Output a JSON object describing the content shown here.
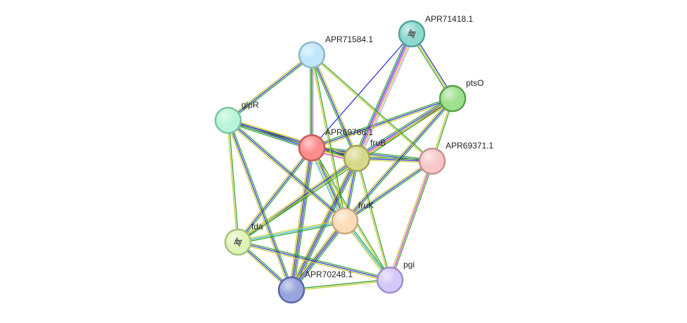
{
  "network": {
    "nodes": [
      {
        "id": "APR71584.1",
        "label": "APR71584.1",
        "color": "#bfe6fb",
        "stroke": "#8fb8cc"
      },
      {
        "id": "APR71418.1",
        "label": "APR71418.1",
        "color": "#8fd8cf",
        "stroke": "#4fa49b",
        "structure": true
      },
      {
        "id": "ptsO",
        "label": "ptsO",
        "color": "#9ee08e",
        "stroke": "#5aa04c"
      },
      {
        "id": "glpR",
        "label": "glpR",
        "color": "#b6f5d6",
        "stroke": "#7fc4a2"
      },
      {
        "id": "APR69766.1",
        "label": "APR69766.1",
        "color": "#fc8d8d",
        "stroke": "#c85a5a"
      },
      {
        "id": "fruB",
        "label": "fruB",
        "color": "#d8d88a",
        "stroke": "#a3a356"
      },
      {
        "id": "APR69371.1",
        "label": "APR69371.1",
        "color": "#f8c8c8",
        "stroke": "#c98f8f"
      },
      {
        "id": "fruK",
        "label": "fruK",
        "color": "#fcdcb8",
        "stroke": "#caa882"
      },
      {
        "id": "fda",
        "label": "fda",
        "color": "#e0f4b8",
        "stroke": "#a6c07c",
        "structure": true
      },
      {
        "id": "pgi",
        "label": "pgi",
        "color": "#d4c8f8",
        "stroke": "#9d8fcc"
      },
      {
        "id": "APR70248.1",
        "label": "APR70248.1",
        "color": "#98a4dc",
        "stroke": "#5a67a8"
      }
    ],
    "edge_colors": {
      "green": "#2aa02a",
      "blue": "#2828d8",
      "yellow": "#c8c828",
      "magenta": "#d828d8",
      "cyan": "#28b8d8",
      "dark": "#404040",
      "lavender": "#a8a8e8"
    },
    "edges": [
      {
        "s": "APR69766.1",
        "t": "fruB",
        "c": [
          "green",
          "blue",
          "dark",
          "yellow",
          "magenta"
        ]
      },
      {
        "s": "APR69766.1",
        "t": "glpR",
        "c": [
          "green",
          "blue",
          "dark",
          "yellow"
        ]
      },
      {
        "s": "APR69766.1",
        "t": "APR71584.1",
        "c": [
          "green",
          "blue",
          "yellow"
        ]
      },
      {
        "s": "APR69766.1",
        "t": "APR71418.1",
        "c": [
          "blue"
        ]
      },
      {
        "s": "APR69766.1",
        "t": "ptsO",
        "c": [
          "green",
          "blue",
          "yellow"
        ]
      },
      {
        "s": "APR69766.1",
        "t": "APR69371.1",
        "c": [
          "green",
          "blue",
          "yellow"
        ]
      },
      {
        "s": "APR69766.1",
        "t": "fruK",
        "c": [
          "green",
          "blue",
          "yellow",
          "cyan"
        ]
      },
      {
        "s": "APR69766.1",
        "t": "fda",
        "c": [
          "green",
          "blue",
          "yellow"
        ]
      },
      {
        "s": "APR69766.1",
        "t": "APR70248.1",
        "c": [
          "green",
          "blue",
          "dark",
          "yellow"
        ]
      },
      {
        "s": "APR69766.1",
        "t": "pgi",
        "c": [
          "green",
          "yellow"
        ]
      },
      {
        "s": "fruB",
        "t": "glpR",
        "c": [
          "green",
          "blue",
          "yellow"
        ]
      },
      {
        "s": "fruB",
        "t": "APR71584.1",
        "c": [
          "green",
          "blue",
          "yellow"
        ]
      },
      {
        "s": "fruB",
        "t": "APR71418.1",
        "c": [
          "green",
          "blue",
          "magenta",
          "yellow",
          "lavender"
        ]
      },
      {
        "s": "fruB",
        "t": "ptsO",
        "c": [
          "green",
          "blue",
          "magenta",
          "yellow"
        ]
      },
      {
        "s": "fruB",
        "t": "APR69371.1",
        "c": [
          "green",
          "blue",
          "yellow"
        ]
      },
      {
        "s": "fruB",
        "t": "fruK",
        "c": [
          "green",
          "blue",
          "yellow"
        ]
      },
      {
        "s": "fruB",
        "t": "fda",
        "c": [
          "green",
          "blue",
          "yellow"
        ]
      },
      {
        "s": "fruB",
        "t": "APR70248.1",
        "c": [
          "green",
          "blue",
          "dark",
          "yellow"
        ]
      },
      {
        "s": "fruB",
        "t": "pgi",
        "c": [
          "green",
          "yellow"
        ]
      },
      {
        "s": "APR71418.1",
        "t": "ptsO",
        "c": [
          "blue",
          "yellow",
          "green"
        ]
      },
      {
        "s": "ptsO",
        "t": "APR69371.1",
        "c": [
          "green",
          "yellow"
        ]
      },
      {
        "s": "ptsO",
        "t": "fruK",
        "c": [
          "green",
          "blue",
          "yellow"
        ]
      },
      {
        "s": "ptsO",
        "t": "fda",
        "c": [
          "green",
          "yellow"
        ]
      },
      {
        "s": "APR71584.1",
        "t": "glpR",
        "c": [
          "green",
          "blue",
          "yellow"
        ]
      },
      {
        "s": "APR71584.1",
        "t": "fruK",
        "c": [
          "green",
          "yellow"
        ]
      },
      {
        "s": "APR71584.1",
        "t": "APR69371.1",
        "c": [
          "green",
          "yellow"
        ]
      },
      {
        "s": "glpR",
        "t": "fruK",
        "c": [
          "green",
          "blue",
          "yellow"
        ]
      },
      {
        "s": "glpR",
        "t": "fda",
        "c": [
          "green",
          "yellow"
        ]
      },
      {
        "s": "glpR",
        "t": "APR70248.1",
        "c": [
          "green",
          "blue",
          "yellow"
        ]
      },
      {
        "s": "APR69371.1",
        "t": "fruK",
        "c": [
          "green",
          "blue",
          "yellow"
        ]
      },
      {
        "s": "APR69371.1",
        "t": "pgi",
        "c": [
          "green",
          "magenta",
          "yellow"
        ]
      },
      {
        "s": "fruK",
        "t": "fda",
        "c": [
          "green",
          "cyan",
          "yellow"
        ]
      },
      {
        "s": "fruK",
        "t": "APR70248.1",
        "c": [
          "green",
          "blue",
          "dark",
          "yellow"
        ]
      },
      {
        "s": "fruK",
        "t": "pgi",
        "c": [
          "green",
          "cyan",
          "yellow"
        ]
      },
      {
        "s": "fda",
        "t": "APR70248.1",
        "c": [
          "green",
          "blue",
          "yellow"
        ]
      },
      {
        "s": "fda",
        "t": "pgi",
        "c": [
          "green",
          "blue",
          "yellow"
        ]
      },
      {
        "s": "APR70248.1",
        "t": "pgi",
        "c": [
          "green",
          "yellow"
        ]
      }
    ]
  }
}
